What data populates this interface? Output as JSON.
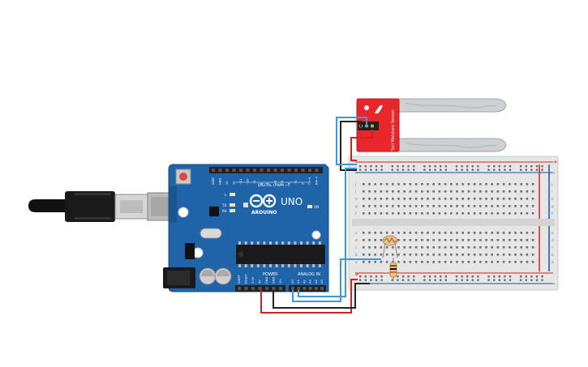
{
  "arduino": {
    "brand": "ARDUINO",
    "model": "UNO",
    "digital_header_label": "DIGITAL (PWM ~)",
    "power_header_label": "POWER",
    "analog_header_label": "ANALOG IN",
    "led_on": "ON",
    "led_l": "L",
    "led_tx": "TX",
    "led_rx": "RX",
    "digital_pins": [
      "AREF",
      "GND",
      "13",
      "12",
      "~11",
      "~10",
      "~9",
      "8",
      "7",
      "~6",
      "~5",
      "4",
      "~3",
      "2",
      "TX→1",
      "RX←0"
    ],
    "power_pins": [
      "IOREF",
      "RESET",
      "3.3V",
      "5V",
      "GND",
      "GND",
      "Vin"
    ],
    "analog_pins": [
      "A0",
      "A1",
      "A2",
      "A3",
      "A4",
      "A5"
    ]
  },
  "sensor": {
    "label": "Soil Moisture Sensor"
  },
  "breadboard": {
    "row_letters_top": [
      "j",
      "i",
      "h",
      "g",
      "f"
    ],
    "row_letters_bottom": [
      "e",
      "d",
      "c",
      "b",
      "a"
    ],
    "rail_plus": "+",
    "rail_minus": "-"
  },
  "colors": {
    "board": "#1f63a8",
    "sensor": "#e8262b",
    "wire_red": "#d42020",
    "wire_black": "#222222",
    "wire_blue": "#3a9ad6"
  }
}
